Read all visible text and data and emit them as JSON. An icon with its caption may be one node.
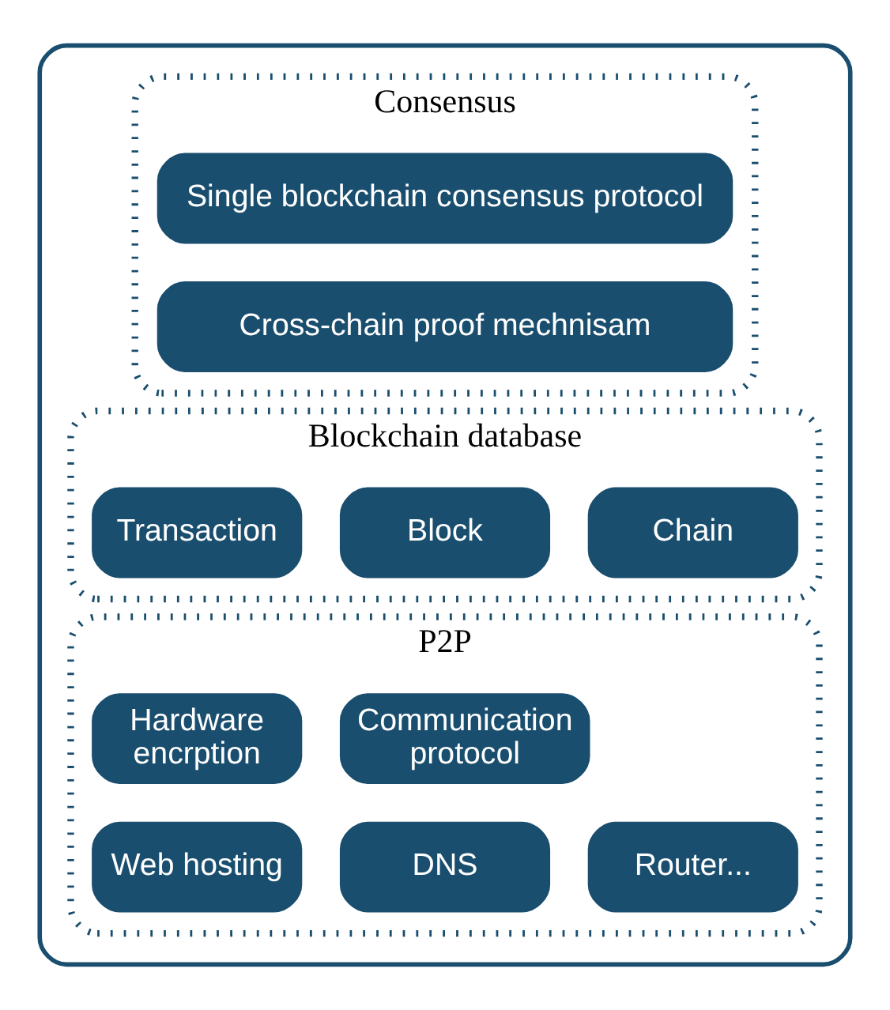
{
  "diagram": {
    "nodes": [
      {
        "text": [],
        "shape": "box"
      },
      {
        "text": [
          "Consensus"
        ],
        "in": 0
      },
      {
        "text": [
          "Single blockchain consensus protocol"
        ],
        "in": 1
      },
      {
        "text": [
          "Cross-chain proof mechnisam"
        ],
        "in": 1
      },
      {
        "text": [
          "Blockchain database"
        ],
        "in": 0
      },
      {
        "text": [
          "Transaction"
        ],
        "in": 4
      },
      {
        "text": [
          "Block"
        ],
        "in": 4
      },
      {
        "text": [
          "Chain"
        ],
        "in": 4
      },
      {
        "text": [
          "P2P"
        ],
        "in": 0
      },
      {
        "text": [
          "Hardware encrption"
        ],
        "in": 8
      },
      {
        "text": [
          "Communication protocol"
        ],
        "in": 8
      },
      {
        "text": [
          "Web hosting"
        ],
        "in": 8
      },
      {
        "text": [
          "DNS"
        ],
        "in": 8
      },
      {
        "text": [
          "Router..."
        ],
        "in": 8
      }
    ]
  }
}
